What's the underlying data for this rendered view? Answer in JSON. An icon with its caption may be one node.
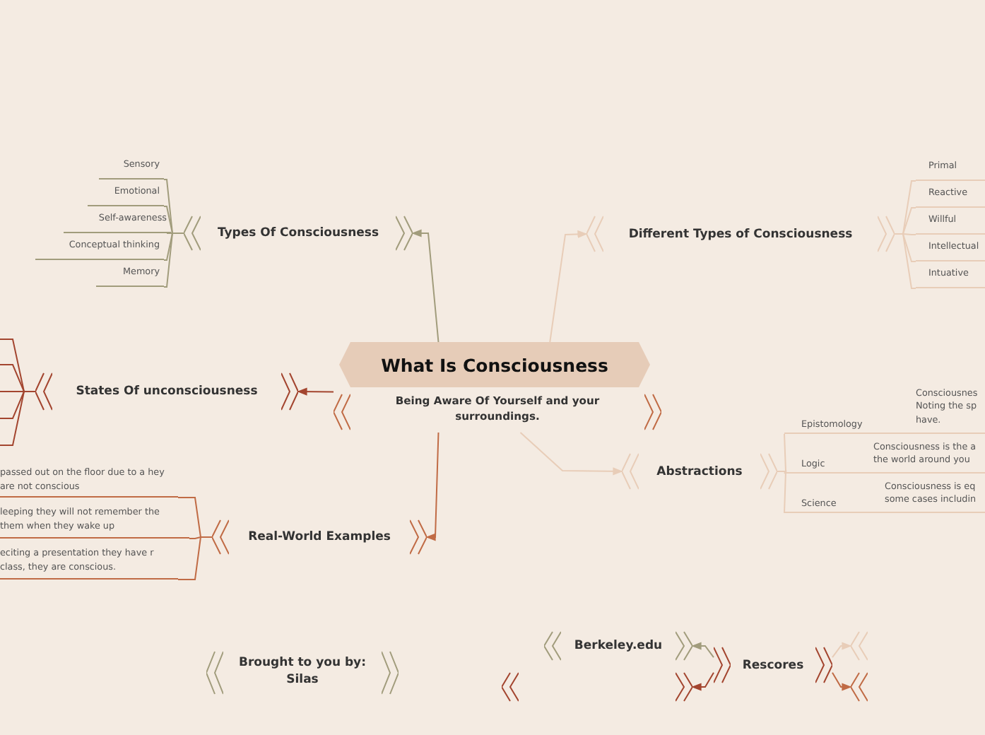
{
  "diagram": {
    "nodes": [
      {
        "text": [
          "What Is Consciousness",
          "Being Aware Of Yourself and your surroundings."
        ]
      },
      {
        "text": [
          "Types Of Consciousness"
        ]
      },
      {
        "text": [
          "Sensory"
        ]
      },
      {
        "text": [
          "Emotional"
        ]
      },
      {
        "text": [
          "Self-awareness"
        ]
      },
      {
        "text": [
          "Conceptual thinking"
        ]
      },
      {
        "text": [
          "Memory"
        ]
      },
      {
        "text": [
          "Different Types of Consciousness"
        ]
      },
      {
        "text": [
          "Primal"
        ]
      },
      {
        "text": [
          "Reactive"
        ]
      },
      {
        "text": [
          "Willful"
        ]
      },
      {
        "text": [
          "Intellectual"
        ]
      },
      {
        "text": [
          "Intuative"
        ]
      },
      {
        "text": [
          "States Of unconsciousness"
        ]
      },
      {
        "text": [
          "Abstractions"
        ]
      },
      {
        "text": [
          "Epistomology",
          "Consciousnes Noting the sp have."
        ]
      },
      {
        "text": [
          "Logic",
          "Consciousness is the a the world around you"
        ]
      },
      {
        "text": [
          "Science",
          "Consciousness is eq some cases includin"
        ]
      },
      {
        "text": [
          "Real-World Examples"
        ]
      },
      {
        "text": [
          "passed out on the floor due to a hey are not conscious"
        ]
      },
      {
        "text": [
          "leeping they will not remember the them when they wake up"
        ]
      },
      {
        "text": [
          "eciting a presentation they have r class, they are conscious."
        ]
      },
      {
        "text": [
          "Brought to you by: Silas"
        ]
      },
      {
        "text": [
          "Rescores"
        ]
      },
      {
        "text": [
          "Berkeley.edu"
        ]
      },
      {
        "text": [],
        "shape": "box"
      },
      {
        "text": [],
        "shape": "box"
      },
      {
        "text": [],
        "shape": "box"
      }
    ],
    "edges": [
      {
        "from": 0,
        "to": 1,
        "arrow": "to",
        "color": "#a19c7c"
      },
      {
        "from": 0,
        "to": 7,
        "arrow": "to",
        "color": "#e8cdb8"
      },
      {
        "from": 0,
        "to": 13,
        "arrow": "to",
        "color": "#a3452f"
      },
      {
        "from": 0,
        "to": 14,
        "arrow": "to",
        "color": "#e8cdb8"
      },
      {
        "from": 0,
        "to": 18,
        "arrow": "to",
        "color": "#c06b45"
      },
      {
        "from": 1,
        "to": 2,
        "arrow": "none",
        "color": "#a19c7c"
      },
      {
        "from": 1,
        "to": 3,
        "arrow": "none",
        "color": "#a19c7c"
      },
      {
        "from": 1,
        "to": 4,
        "arrow": "none",
        "color": "#a19c7c"
      },
      {
        "from": 1,
        "to": 5,
        "arrow": "none",
        "color": "#a19c7c"
      },
      {
        "from": 1,
        "to": 6,
        "arrow": "none",
        "color": "#a19c7c"
      },
      {
        "from": 7,
        "to": 8,
        "arrow": "none",
        "color": "#e8cdb8"
      },
      {
        "from": 7,
        "to": 9,
        "arrow": "none",
        "color": "#e8cdb8"
      },
      {
        "from": 7,
        "to": 10,
        "arrow": "none",
        "color": "#e8cdb8"
      },
      {
        "from": 7,
        "to": 11,
        "arrow": "none",
        "color": "#e8cdb8"
      },
      {
        "from": 7,
        "to": 12,
        "arrow": "none",
        "color": "#e8cdb8"
      },
      {
        "from": 13,
        "to": null,
        "arrow": "none",
        "color": "#a3452f"
      },
      {
        "from": 13,
        "to": null,
        "arrow": "none",
        "color": "#a3452f"
      },
      {
        "from": 13,
        "to": null,
        "arrow": "none",
        "color": "#a3452f"
      },
      {
        "from": 13,
        "to": null,
        "arrow": "none",
        "color": "#a3452f"
      },
      {
        "from": 13,
        "to": null,
        "arrow": "none",
        "color": "#a3452f"
      },
      {
        "from": 14,
        "to": 15,
        "arrow": "none",
        "color": "#e8cdb8"
      },
      {
        "from": 14,
        "to": 16,
        "arrow": "none",
        "color": "#e8cdb8"
      },
      {
        "from": 14,
        "to": 17,
        "arrow": "none",
        "color": "#e8cdb8"
      },
      {
        "from": 18,
        "to": 19,
        "arrow": "none",
        "color": "#c06b45"
      },
      {
        "from": 18,
        "to": 20,
        "arrow": "none",
        "color": "#c06b45"
      },
      {
        "from": 18,
        "to": 21,
        "arrow": "none",
        "color": "#c06b45"
      },
      {
        "from": 23,
        "to": 24,
        "arrow": "to",
        "color": "#a19c7c"
      },
      {
        "from": 23,
        "to": 25,
        "arrow": "to",
        "color": "#a3452f"
      },
      {
        "from": 23,
        "to": 26,
        "arrow": "to",
        "color": "#e8cdb8"
      },
      {
        "from": 23,
        "to": 27,
        "arrow": "to",
        "color": "#c06b45"
      }
    ]
  }
}
